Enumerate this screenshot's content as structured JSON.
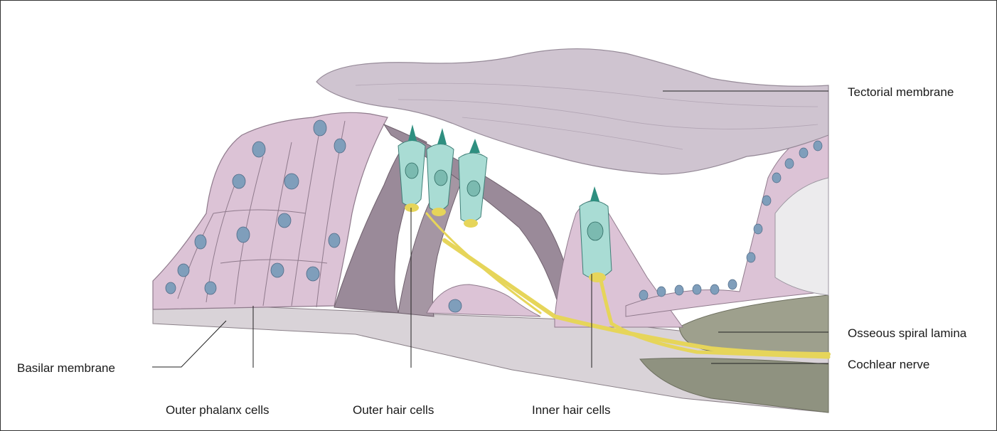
{
  "labels": {
    "tectorial_membrane": "Tectorial membrane",
    "osseous_spiral_lamina": "Osseous spiral lamina",
    "cochlear_nerve": "Cochlear nerve",
    "basilar_membrane": "Basilar membrane",
    "outer_phalanx_cells": "Outer phalanx cells",
    "outer_hair_cells": "Outer hair cells",
    "inner_hair_cells": "Inner hair cells"
  },
  "colors": {
    "supporting_cell": "#dcc3d6",
    "supporting_cell_edge": "#8f7a8c",
    "nucleus": "#7f9ebb",
    "tectorial": "#cfc4d0",
    "pillar": "#9a8a99",
    "hair_cell": "#a9dcd4",
    "stereocilia": "#2f8f80",
    "nerve": "#e6d55a",
    "bone": "#9ea08d",
    "leader_line": "#222222"
  }
}
